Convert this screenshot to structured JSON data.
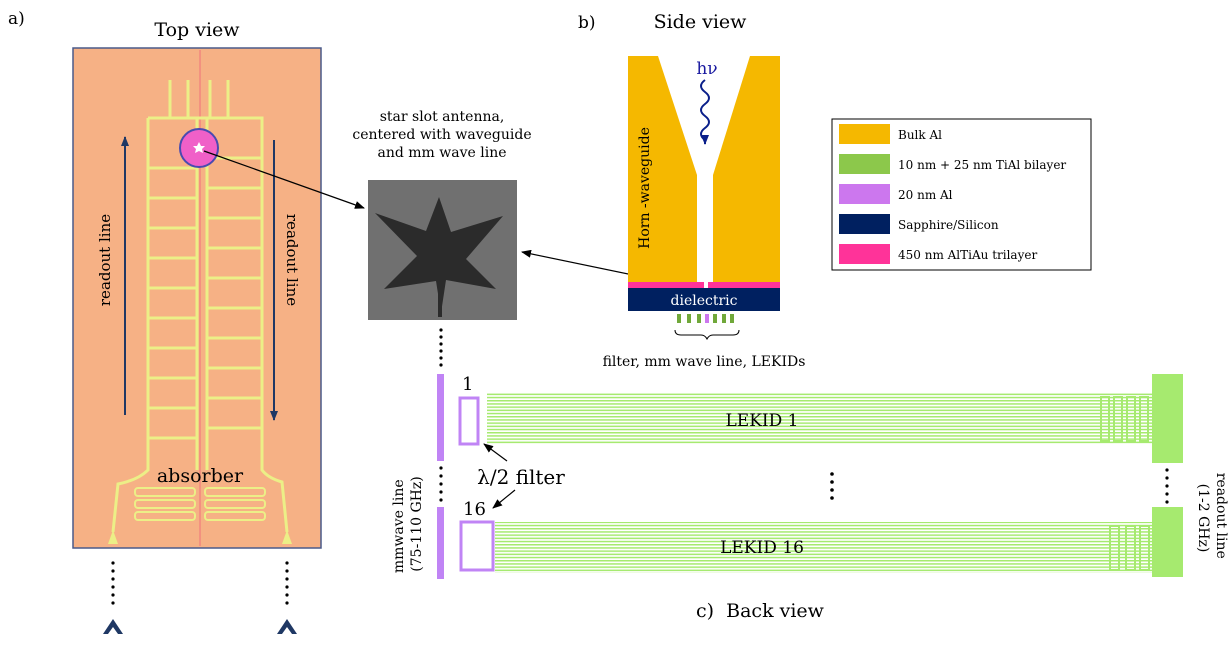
{
  "panels": {
    "a": {
      "letter": "a)",
      "title": "Top view",
      "readout_left": "readout line",
      "readout_right": "readout line",
      "absorber": "absorber"
    },
    "b": {
      "letter": "b)",
      "title": "Side view",
      "photon": "hν",
      "horn_label": "Horn -waveguide",
      "dielectric": "dielectric",
      "filter_caption": "filter, mm wave line, LEKIDs"
    },
    "antenna": {
      "line1": "star slot antenna,",
      "line2": "centered with waveguide",
      "line3": "and mm wave line"
    },
    "c": {
      "letter": "c)",
      "title": "Back view",
      "mmwave_line1": "mmwave line",
      "mmwave_line2": "(75-110 GHz)",
      "readout_line1": "readout line",
      "readout_line2": "(1-2 GHz)",
      "num_first": "1",
      "num_last": "16",
      "filter_label": "λ/2 filter",
      "lekid_first": "LEKID 1",
      "lekid_last": "LEKID 16"
    }
  },
  "legend": [
    {
      "label": "Bulk Al",
      "color": "#f5b800"
    },
    {
      "label": "10 nm + 25 nm TiAl bilayer",
      "color": "#8cc84b"
    },
    {
      "label": "20 nm Al",
      "color": "#cc77ee"
    },
    {
      "label": "Sapphire/Silicon",
      "color": "#002060"
    },
    {
      "label": "450 nm AlTiAu trilayer",
      "color": "#ff3399"
    }
  ],
  "colors": {
    "substrate_orange": "#f6b185",
    "trace_yellow": "#ecef87",
    "lekid_green": "#a6ea6f",
    "filter_purple": "#c084f5",
    "arrow_navy": "#1f3864",
    "chevron_navy": "#1f3864",
    "antenna_pink": "#f060c8",
    "sem_gray": "#707070"
  }
}
